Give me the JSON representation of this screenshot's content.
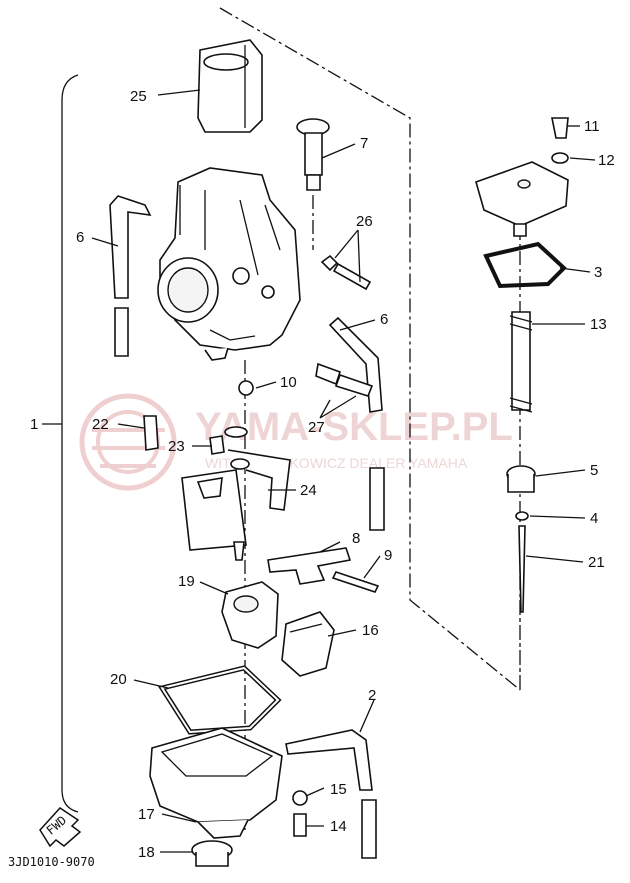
{
  "diagram": {
    "drawing_code": "3JD1010-9070",
    "fwd_label": "FWD",
    "watermark": {
      "title": "YAMA-SKLEP.PL",
      "subtitle": "WITOLD JANKOWICZ DEALER YAMAHA"
    },
    "callouts": [
      {
        "id": "c1",
        "number": "1"
      },
      {
        "id": "c2",
        "number": "2"
      },
      {
        "id": "c3",
        "number": "3"
      },
      {
        "id": "c4",
        "number": "4"
      },
      {
        "id": "c5",
        "number": "5"
      },
      {
        "id": "c6a",
        "number": "6"
      },
      {
        "id": "c6b",
        "number": "6"
      },
      {
        "id": "c7",
        "number": "7"
      },
      {
        "id": "c8",
        "number": "8"
      },
      {
        "id": "c9",
        "number": "9"
      },
      {
        "id": "c10",
        "number": "10"
      },
      {
        "id": "c11",
        "number": "11"
      },
      {
        "id": "c12",
        "number": "12"
      },
      {
        "id": "c13",
        "number": "13"
      },
      {
        "id": "c14",
        "number": "14"
      },
      {
        "id": "c15",
        "number": "15"
      },
      {
        "id": "c16",
        "number": "16"
      },
      {
        "id": "c17",
        "number": "17"
      },
      {
        "id": "c18",
        "number": "18"
      },
      {
        "id": "c19",
        "number": "19"
      },
      {
        "id": "c20",
        "number": "20"
      },
      {
        "id": "c21",
        "number": "21"
      },
      {
        "id": "c22",
        "number": "22"
      },
      {
        "id": "c23",
        "number": "23"
      },
      {
        "id": "c24",
        "number": "24"
      },
      {
        "id": "c25",
        "number": "25"
      },
      {
        "id": "c26",
        "number": "26"
      },
      {
        "id": "c27",
        "number": "27"
      }
    ]
  }
}
